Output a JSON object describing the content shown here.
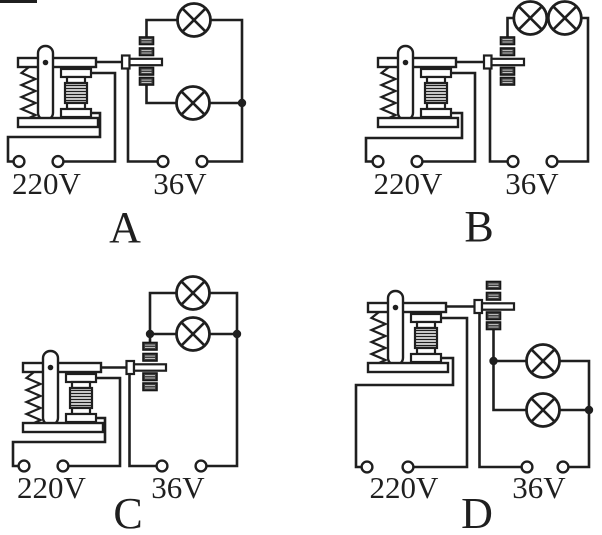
{
  "figure": {
    "type": "relay-circuit-multiple-choice-figure",
    "panels": [
      {
        "letter": "A",
        "left_voltage": "220V",
        "right_voltage": "36V",
        "lamps": 2,
        "lamp_wiring": "one lamp on upper fixed contact and one on lower fixed contact, joined at right"
      },
      {
        "letter": "B",
        "left_voltage": "220V",
        "right_voltage": "36V",
        "lamps": 2,
        "lamp_wiring": "two lamps in series on upper fixed contact"
      },
      {
        "letter": "C",
        "left_voltage": "220V",
        "right_voltage": "36V",
        "lamps": 2,
        "lamp_wiring": "two lamps in parallel on upper fixed contact"
      },
      {
        "letter": "D",
        "left_voltage": "220V",
        "right_voltage": "36V",
        "lamps": 2,
        "lamp_wiring": "two lamps in parallel on lower fixed contact"
      }
    ],
    "colors": {
      "ink": "#1f1f1f",
      "paper": "#ffffff",
      "contact_block": "#3d3d3d",
      "contact_hatch": "#cfcfcf"
    }
  }
}
